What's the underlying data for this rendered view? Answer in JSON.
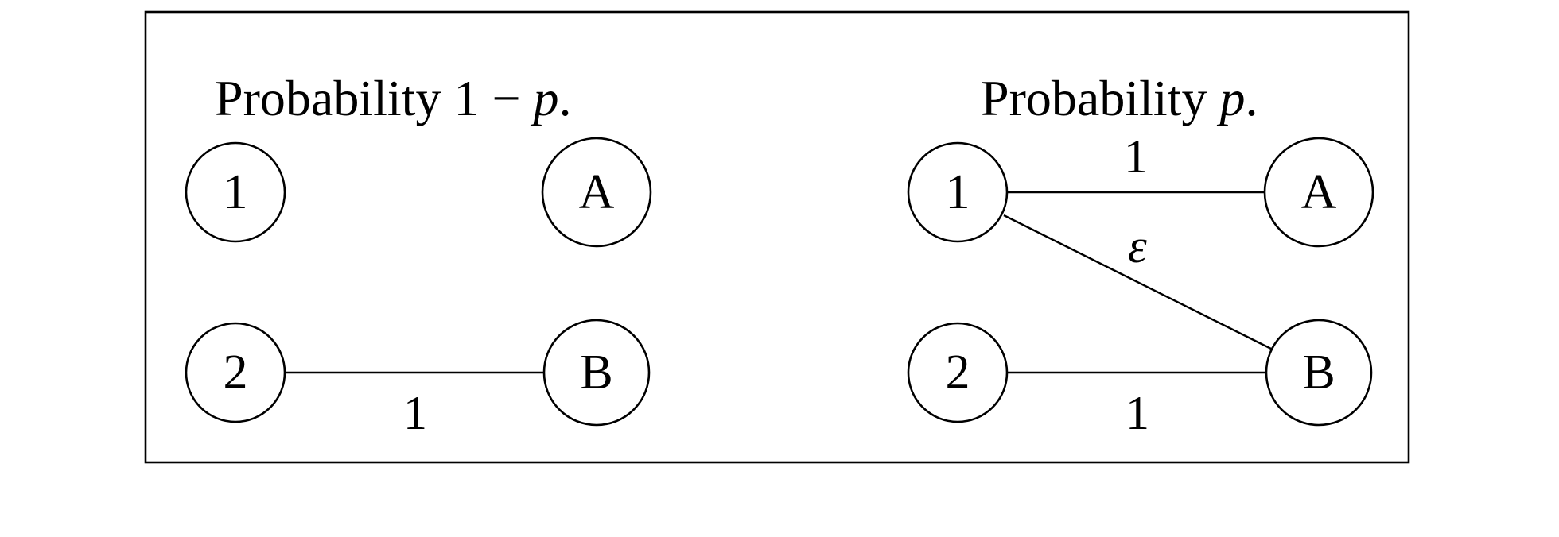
{
  "left_panel": {
    "title_prefix": "Probability 1 − ",
    "title_var": "p",
    "title_suffix": ".",
    "nodes": {
      "one": "1",
      "two": "2",
      "a": "A",
      "b": "B"
    },
    "edges": {
      "two_b": "1"
    }
  },
  "right_panel": {
    "title_prefix": "Probability ",
    "title_var": "p",
    "title_suffix": ".",
    "nodes": {
      "one": "1",
      "two": "2",
      "a": "A",
      "b": "B"
    },
    "edges": {
      "one_a": "1",
      "one_b": "ε",
      "two_b": "1"
    }
  }
}
